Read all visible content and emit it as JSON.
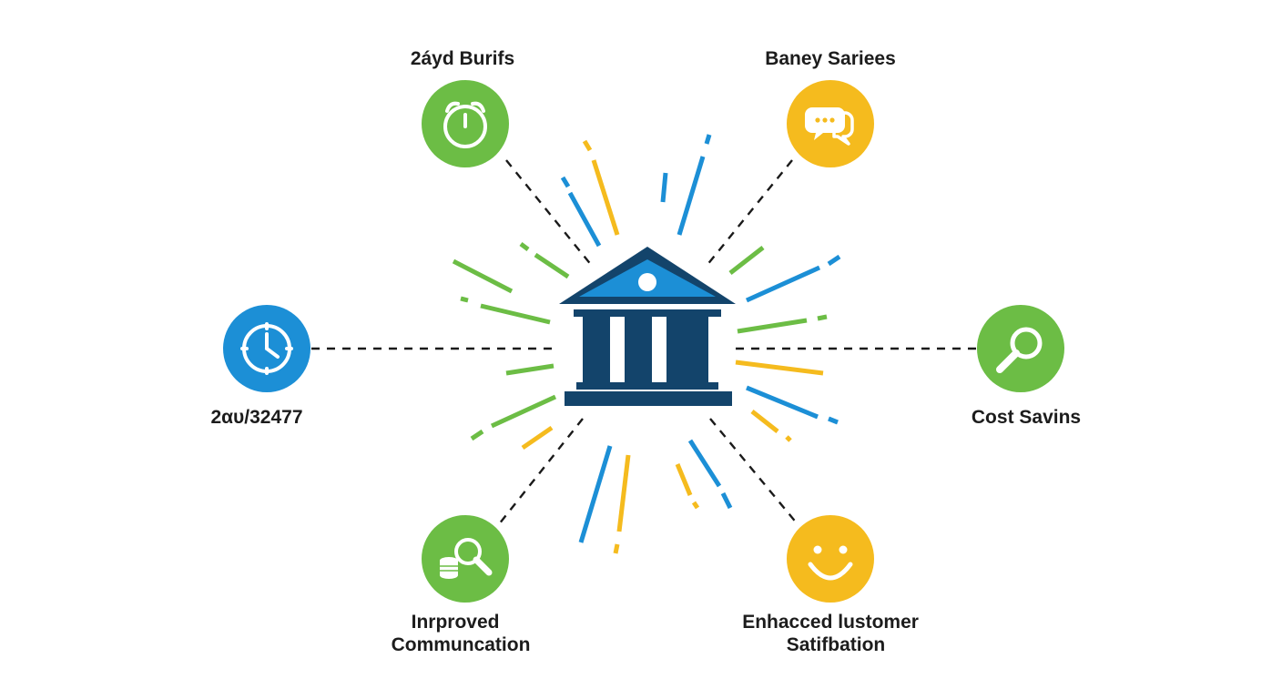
{
  "colors": {
    "green": "#6cbd45",
    "yellow": "#f5bb1e",
    "blue": "#1c8fd6",
    "navy": "#13446b",
    "roof_blue": "#1c8fd6",
    "connector": "#1a1a1a",
    "label": "#1c1c1c"
  },
  "center": {
    "icon": "bank-building-icon"
  },
  "nodes": [
    {
      "id": "top-left",
      "label_lines": [
        "2áyd Burifs"
      ],
      "icon": "alarm-clock-icon",
      "color": "green"
    },
    {
      "id": "top-right",
      "label_lines": [
        "Baney Sariees"
      ],
      "icon": "chat-bubbles-icon",
      "color": "yellow"
    },
    {
      "id": "left",
      "label_lines": [
        "2αυ/32477"
      ],
      "icon": "clock-icon",
      "color": "blue"
    },
    {
      "id": "right",
      "label_lines": [
        "Cost Savins"
      ],
      "icon": "magnifier-icon",
      "color": "green"
    },
    {
      "id": "bottom-left",
      "label_lines": [
        "Inrproved",
        "Communcation"
      ],
      "icon": "coins-magnifier-icon",
      "color": "green"
    },
    {
      "id": "bottom-right",
      "label_lines": [
        "Enhacced lustomer",
        "Satifbation"
      ],
      "icon": "smiley-face-icon",
      "color": "yellow"
    }
  ]
}
